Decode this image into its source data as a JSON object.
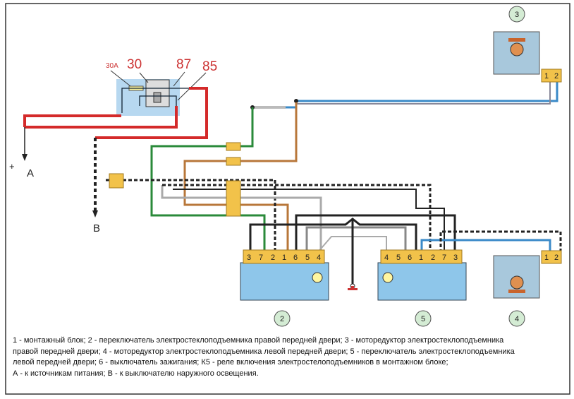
{
  "relay": {
    "fuse_label": "30А",
    "pin_30": "30",
    "pin_87": "87",
    "pin_85": "85"
  },
  "terminals": {
    "a_sign": "+",
    "a_label": "A",
    "b_label": "B"
  },
  "components": {
    "c2": "2",
    "c3": "3",
    "c4": "4",
    "c5": "5"
  },
  "switch2_pins": [
    "3",
    "7",
    "2",
    "1",
    "6",
    "5",
    "4"
  ],
  "switch5_pins": [
    "4",
    "5",
    "6",
    "1",
    "2",
    "7",
    "3"
  ],
  "motor3_pins": [
    "1",
    "2"
  ],
  "motor4_pins": [
    "1",
    "2"
  ],
  "caption": {
    "line1": "1 - монтажный блок; 2 - переключатель электростеклоподъемника правой передней двери; 3 - моторедуктор электростеклоподъемника",
    "line2": "правой передней двери; 4 - моторедуктор электростеклоподъемника левой передней двери; 5 - переключатель электростеклоподъемника",
    "line3": "левой передней двери; 6 - выключатель зажигания; К5 - реле включения электростелоподъемников в монтажном блоке;",
    "line4": "А - к источникам питания; В - к выключателю наружного освещения."
  },
  "colors": {
    "red": "#d42a2a",
    "green": "#2a8a3a",
    "brown": "#b8773a",
    "blue": "#3a8ac8",
    "body": "#8ec6ea",
    "connector": "#f2c24a"
  }
}
